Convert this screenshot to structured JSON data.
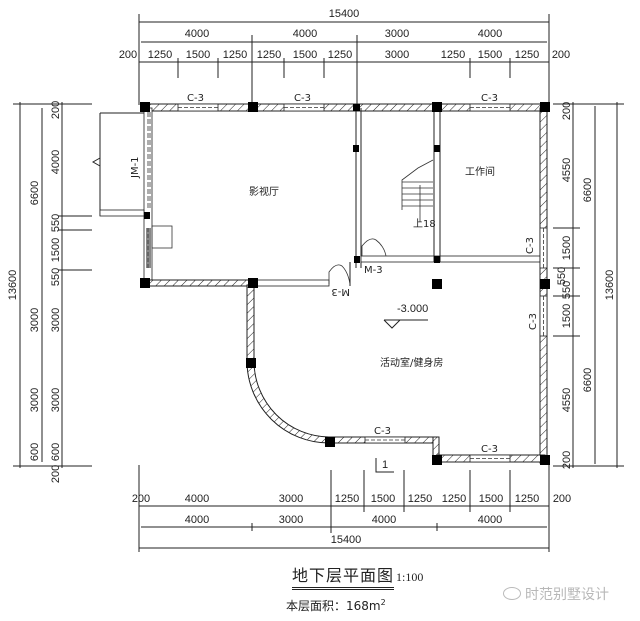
{
  "drawing": {
    "title": "地下层平面图",
    "scale": "1:100",
    "area_label": "本层面积：",
    "area_value": "168m",
    "area_unit_sup": "2",
    "watermark": "时范别墅设计",
    "watermark_icon": "wechat-icon"
  },
  "dimensions": {
    "top": {
      "total": "15400",
      "axis": [
        "4000",
        "4000",
        "3000",
        "4000"
      ],
      "detail": [
        "200",
        "1250",
        "1500",
        "1250",
        "1250",
        "1500",
        "1250",
        "3000",
        "1250",
        "1500",
        "1250",
        "200"
      ]
    },
    "bottom": {
      "detail": [
        "200",
        "4000",
        "3000",
        "1250",
        "1500",
        "1250",
        "1250",
        "1500",
        "1250",
        "200"
      ],
      "axis": [
        "4000",
        "3000",
        "4000",
        "4000"
      ],
      "total": "15400"
    },
    "left": {
      "total": "13600",
      "axis": [
        "6600",
        "3000",
        "3000",
        "600"
      ],
      "detail": [
        "200",
        "4000",
        "550",
        "1500",
        "550",
        "3000",
        "3000",
        "600",
        "200"
      ]
    },
    "right": {
      "total": "13600",
      "axis": [
        "6600",
        "6600"
      ],
      "detail": [
        "200",
        "4550",
        "1500",
        "550",
        "550",
        "1500",
        "4550",
        "200"
      ]
    }
  },
  "rooms": {
    "theater": "影视厅",
    "studio": "工作间",
    "activity": "活动室/健身房"
  },
  "labels": {
    "window_c3": "C-3",
    "door_jm1": "JM-1",
    "door_m3": "M-3",
    "stair_up": "上18",
    "elevation": "-3.000",
    "section_mark": "1"
  }
}
